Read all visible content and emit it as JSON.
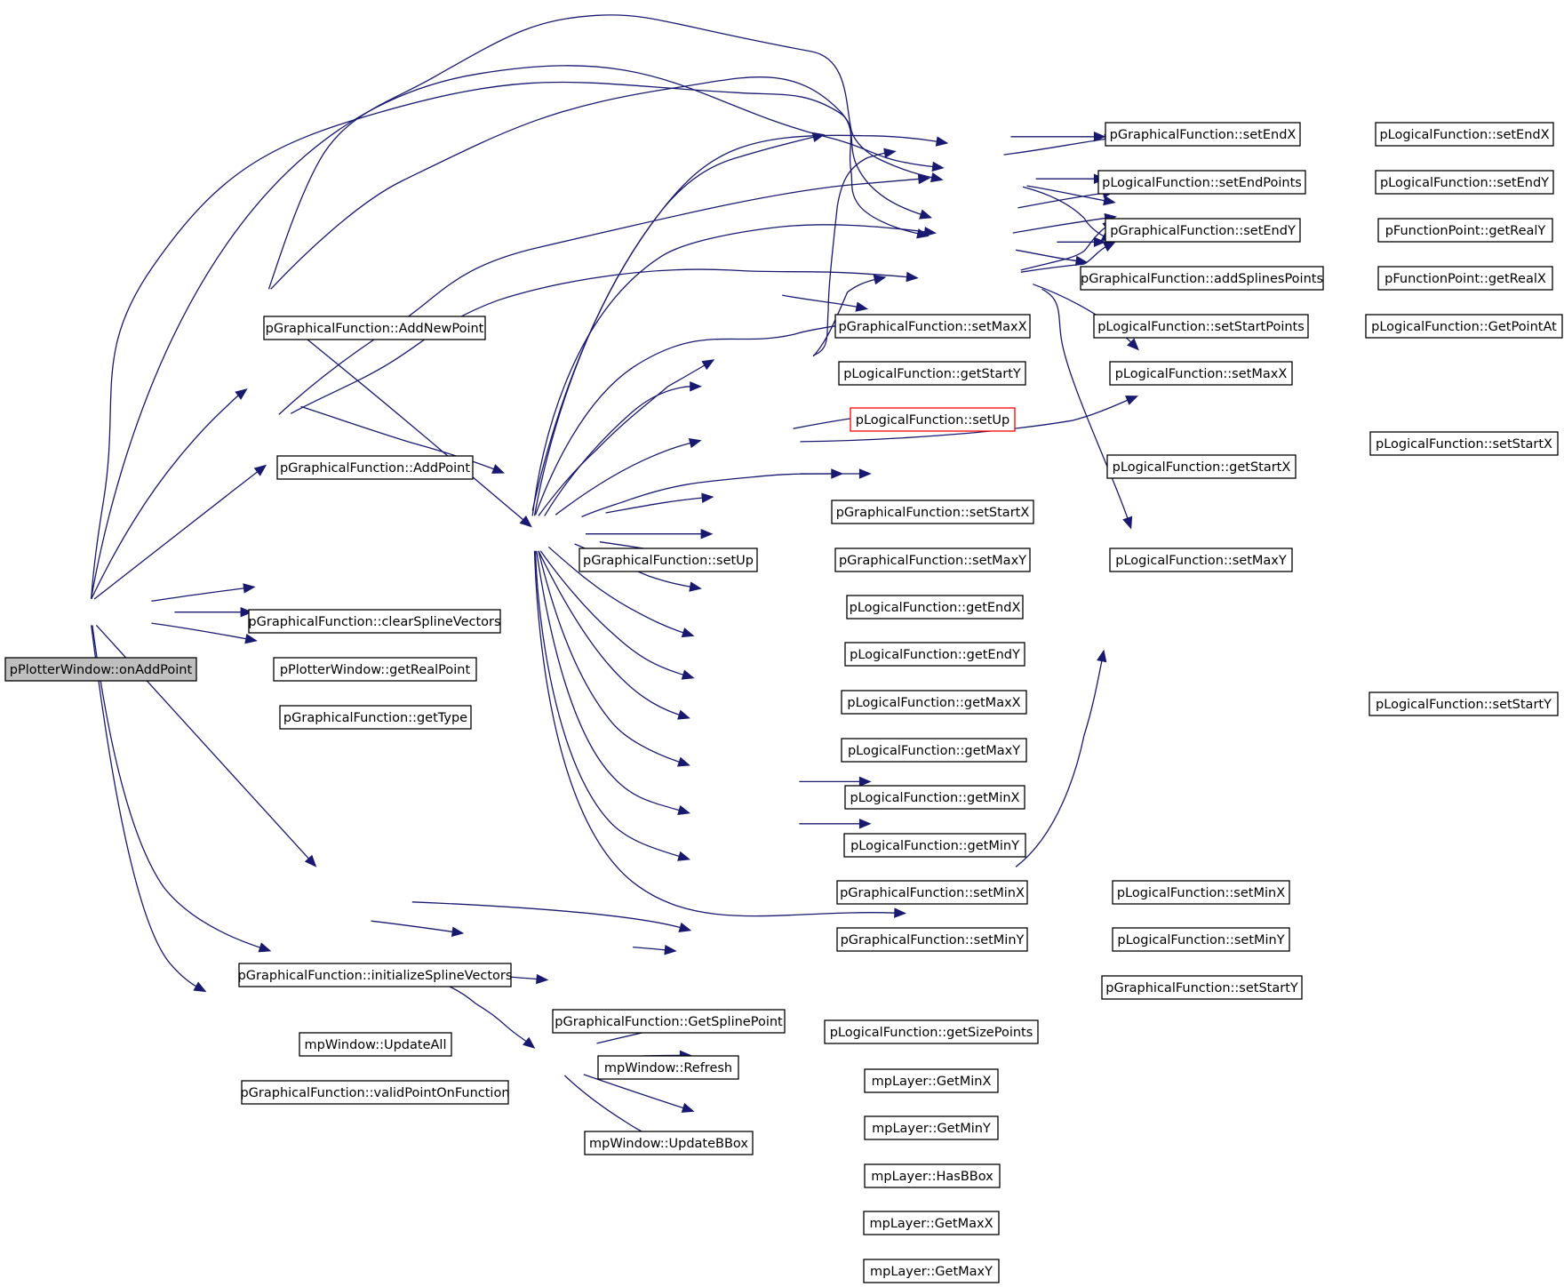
{
  "graph": {
    "nodes": {
      "root": "pPlotterWindow::onAddPoint",
      "gf_addnewpoint": "pGraphicalFunction::AddNewPoint",
      "gf_addpoint": "pGraphicalFunction::AddPoint",
      "gf_clearspline": "pGraphicalFunction::clearSplineVectors",
      "pw_getrealpoint": "pPlotterWindow::getRealPoint",
      "gf_gettype": "pGraphicalFunction::getType",
      "gf_initspline": "pGraphicalFunction::initializeSplineVectors",
      "mw_updateall": "mpWindow::UpdateAll",
      "gf_validpoint": "pGraphicalFunction::validPointOnFunction",
      "gf_setup": "pGraphicalFunction::setUp",
      "gf_getsplinepoint": "pGraphicalFunction::GetSplinePoint",
      "mw_refresh": "mpWindow::Refresh",
      "mw_updatebbox": "mpWindow::UpdateBBox",
      "gf_setendx": "pGraphicalFunction::setEndX",
      "lf_setendpoints": "pLogicalFunction::setEndPoints",
      "gf_setendy": "pGraphicalFunction::setEndY",
      "gf_addsplines": "pGraphicalFunction::addSplinesPoints",
      "lf_setstartpoints": "pLogicalFunction::setStartPoints",
      "gf_setmaxx": "pGraphicalFunction::setMaxX",
      "lf_getstarty": "pLogicalFunction::getStartY",
      "lf_setup": "pLogicalFunction::setUp",
      "lf_getstartx": "pLogicalFunction::getStartX",
      "gf_setstartx": "pGraphicalFunction::setStartX",
      "gf_setmaxy": "pGraphicalFunction::setMaxY",
      "lf_getendx": "pLogicalFunction::getEndX",
      "lf_getendy": "pLogicalFunction::getEndY",
      "lf_getmaxx": "pLogicalFunction::getMaxX",
      "lf_getmaxy": "pLogicalFunction::getMaxY",
      "lf_getminx": "pLogicalFunction::getMinX",
      "lf_getminy": "pLogicalFunction::getMinY",
      "gf_setminx": "pGraphicalFunction::setMinX",
      "gf_setminy": "pGraphicalFunction::setMinY",
      "gf_setstarty": "pGraphicalFunction::setStartY",
      "lf_getsizepoints": "pLogicalFunction::getSizePoints",
      "mpl_getminx": "mpLayer::GetMinX",
      "mpl_getminy": "mpLayer::GetMinY",
      "mpl_hasbbox": "mpLayer::HasBBox",
      "mpl_getmaxx": "mpLayer::GetMaxX",
      "mpl_getmaxy": "mpLayer::GetMaxY",
      "lf_setendx": "pLogicalFunction::setEndX",
      "lf_setendy": "pLogicalFunction::setEndY",
      "fp_getrealy": "pFunctionPoint::getRealY",
      "fp_getrealx": "pFunctionPoint::getRealX",
      "lf_getpointat": "pLogicalFunction::GetPointAt",
      "lf_setmaxx": "pLogicalFunction::setMaxX",
      "lf_setstartx": "pLogicalFunction::setStartX",
      "lf_setmaxy": "pLogicalFunction::setMaxY",
      "lf_setminx": "pLogicalFunction::setMinX",
      "lf_setminy": "pLogicalFunction::setMinY",
      "lf_setstarty": "pLogicalFunction::setStartY"
    },
    "colors": {
      "edge": "#191970",
      "root_fill": "#bfbfbf",
      "highlight_border": "#ff0000",
      "node_border": "#000000"
    }
  }
}
